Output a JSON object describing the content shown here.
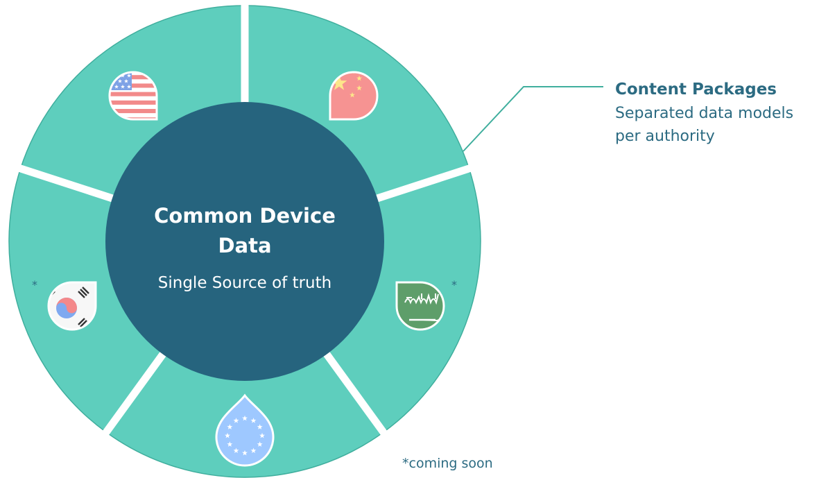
{
  "center": {
    "title_line1": "Common Device",
    "title_line2": "Data",
    "subtitle": "Single Source of truth"
  },
  "callout": {
    "title": "Content Packages",
    "desc_line1": "Separated data models",
    "desc_line2": "per authority"
  },
  "segments": [
    {
      "authority": "United States",
      "flag": "us-flag-icon"
    },
    {
      "authority": "China",
      "flag": "china-flag-icon"
    },
    {
      "authority": "Saudi Arabia",
      "flag": "saudi-flag-icon",
      "mark": "*"
    },
    {
      "authority": "European Union",
      "flag": "eu-flag-icon"
    },
    {
      "authority": "South Korea",
      "flag": "korea-flag-icon",
      "mark": "*"
    }
  ],
  "footnote": "*coming soon",
  "colors": {
    "ring": "#5ecebd",
    "center": "#26647e",
    "text": "#2c6b82",
    "callout_line": "#3fae9d"
  }
}
